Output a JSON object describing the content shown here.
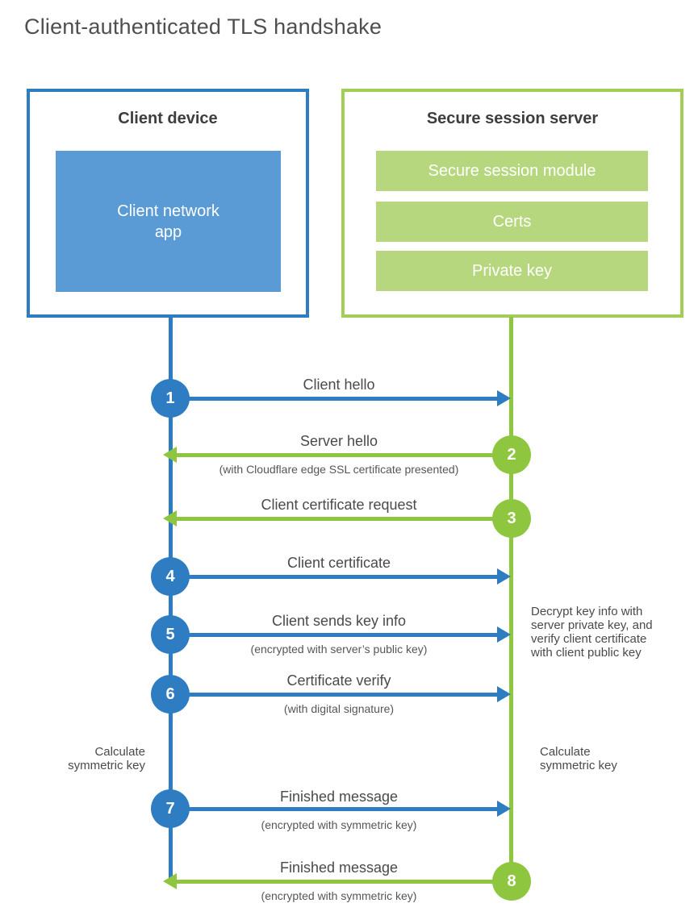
{
  "title": "Client-authenticated TLS handshake",
  "client": {
    "title": "Client device",
    "app_label": "Client network\napp"
  },
  "server": {
    "title": "Secure session server",
    "modules": [
      "Secure session module",
      "Certs",
      "Private key"
    ]
  },
  "steps": [
    {
      "num": "1",
      "from": "client",
      "to": "server",
      "label": "Client hello",
      "sub": ""
    },
    {
      "num": "2",
      "from": "server",
      "to": "client",
      "label": "Server hello",
      "sub": "(with Cloudflare edge SSL certificate presented)"
    },
    {
      "num": "3",
      "from": "server",
      "to": "client",
      "label": "Client certificate request",
      "sub": ""
    },
    {
      "num": "4",
      "from": "client",
      "to": "server",
      "label": "Client certificate",
      "sub": ""
    },
    {
      "num": "5",
      "from": "client",
      "to": "server",
      "label": "Client sends key info",
      "sub": "(encrypted with server’s public key)"
    },
    {
      "num": "6",
      "from": "client",
      "to": "server",
      "label": "Certificate verify",
      "sub": "(with digital signature)"
    },
    {
      "num": "7",
      "from": "client",
      "to": "server",
      "label": "Finished message",
      "sub": "(encrypted with symmetric key)"
    },
    {
      "num": "8",
      "from": "server",
      "to": "client",
      "label": "Finished message",
      "sub": "(encrypted with symmetric key)"
    }
  ],
  "notes": {
    "decrypt": "Decrypt key info with\nserver private key, and\nverify client certificate\nwith client public key",
    "calc_left": "Calculate\nsymmetric key",
    "calc_right": "Calculate\nsymmetric key"
  },
  "colors": {
    "blue": "#2e7cc1",
    "light_blue": "#5b9bd5",
    "green": "#8ec63f",
    "green_border": "#a2ce58",
    "light_green": "#b6d77d",
    "text_title": "#4f4f4f",
    "text_dark": "#3d3d3d",
    "text_label": "#4a4a4a",
    "text_sub": "#565656"
  }
}
